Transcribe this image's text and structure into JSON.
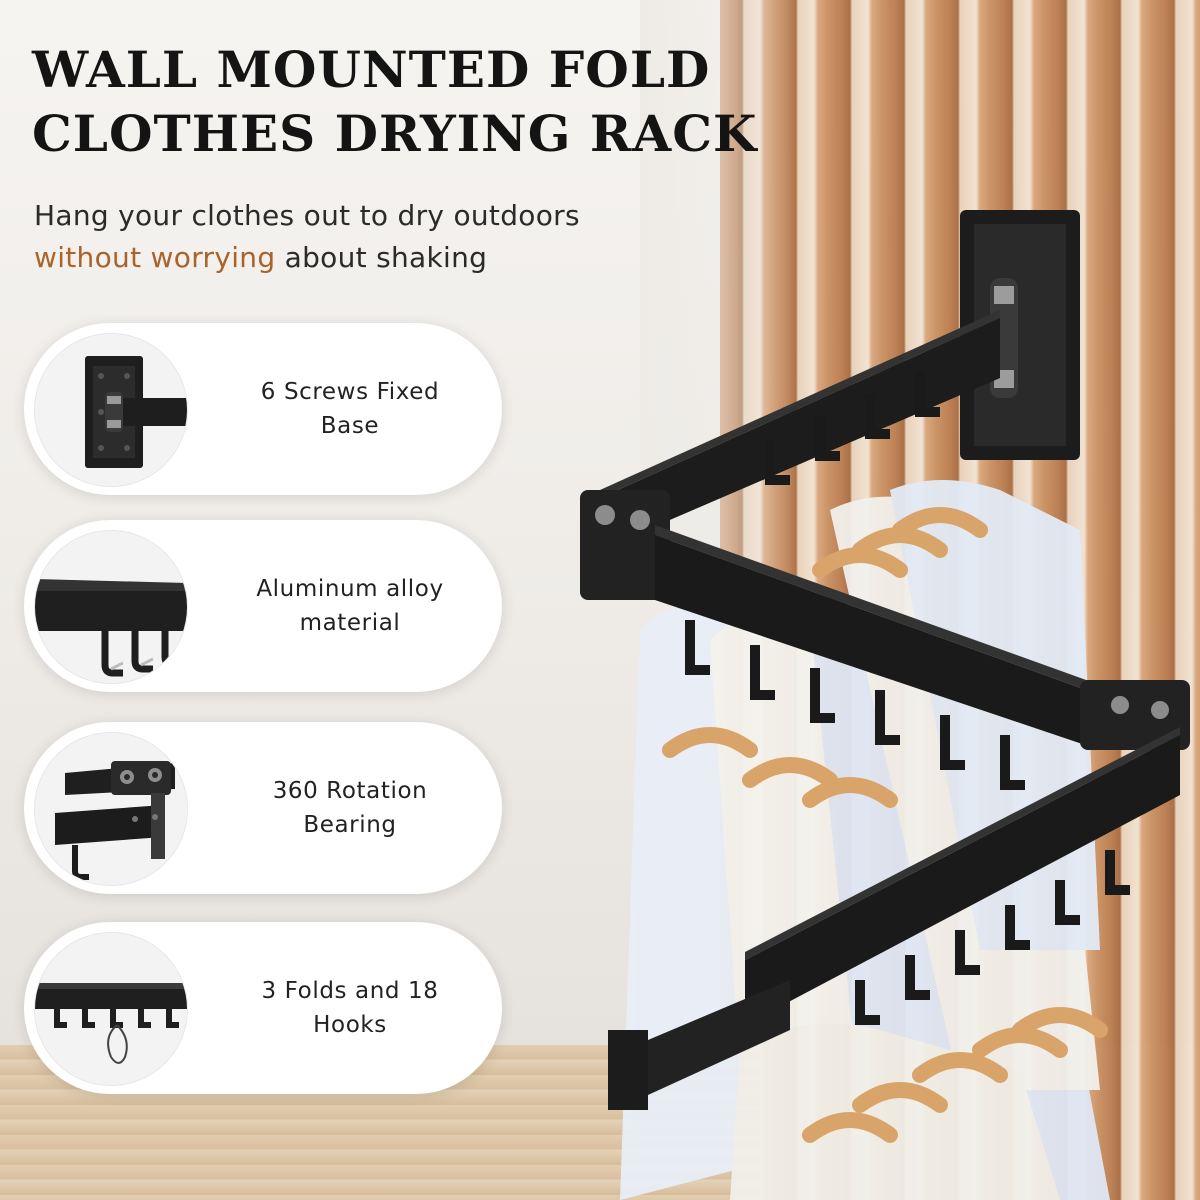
{
  "title": {
    "line1": "WALL MOUNTED FOLD",
    "line2": "CLOTHES DRYING RACK"
  },
  "subtitle": {
    "line1": "Hang your clothes out to dry outdoors",
    "accent": "without worrying",
    "rest": " about shaking"
  },
  "features": [
    {
      "label": "6 Screws Fixed\nBase",
      "icon": "wall-base-thumbnail"
    },
    {
      "label": "Aluminum alloy\nmaterial",
      "icon": "aluminum-bar-hooks-thumbnail"
    },
    {
      "label": "360 Rotation\nBearing",
      "icon": "rotation-bearing-thumbnail"
    },
    {
      "label": "3 Folds and 18\nHooks",
      "icon": "hooks-row-thumbnail"
    }
  ],
  "colors": {
    "accent": "#a8642a",
    "title": "#141414",
    "rack": "#1c1c1c",
    "hanger": "#d9a46a"
  }
}
